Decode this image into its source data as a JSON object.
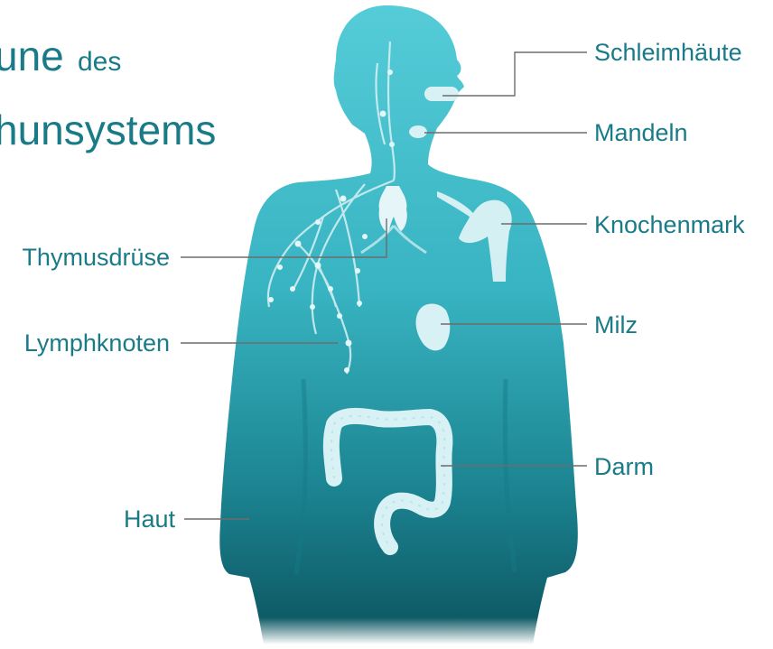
{
  "title": {
    "line1_main": "une",
    "line1_suffix": "des",
    "line2": "hunsystems"
  },
  "labels": {
    "schleimhaeute": "Schleimhäute",
    "mandeln": "Mandeln",
    "knochenmark": "Knochenmark",
    "milz": "Milz",
    "darm": "Darm",
    "thymusdruese": "Thymusdrüse",
    "lymphknoten": "Lymphknoten",
    "haut": "Haut"
  },
  "colors": {
    "text": "#1a7b88",
    "body_top": "#4fc9d6",
    "body_mid": "#30a7b5",
    "body_bottom": "#0c5b66",
    "organ": "#d8f1f4",
    "line": "#6a6a6a"
  }
}
